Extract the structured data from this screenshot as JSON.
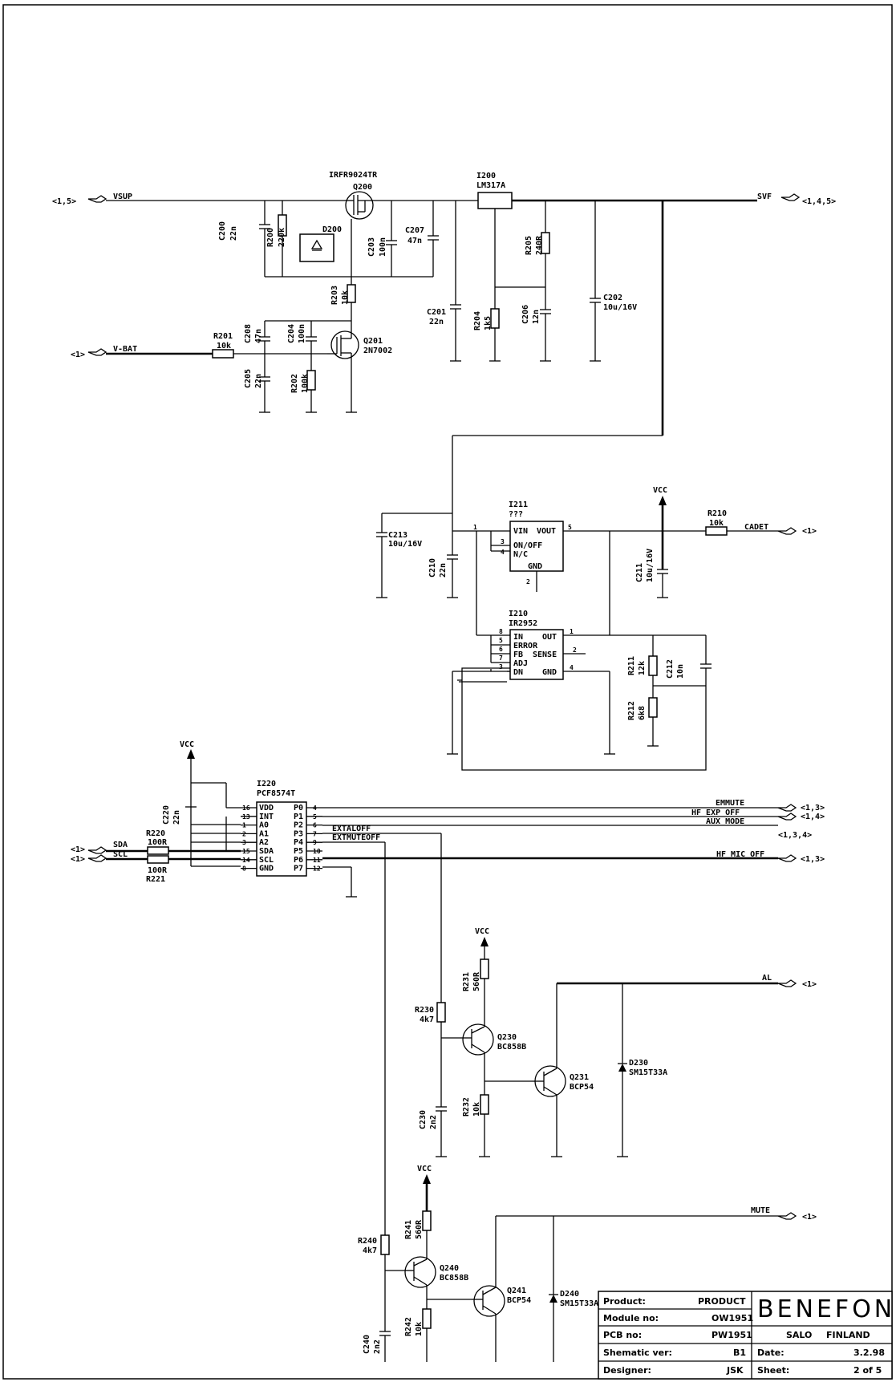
{
  "ports": {
    "vsup": {
      "name": "VSUP",
      "ref": "<1,5>"
    },
    "vbat": {
      "name": "V-BAT",
      "ref": "<1>"
    },
    "svf": {
      "name": "SVF",
      "ref": "<1,4,5>"
    },
    "cadet": {
      "name": "CADET",
      "ref": "<1>"
    },
    "sda": {
      "name": "SDA",
      "ref": "<1>"
    },
    "scl": {
      "name": "SCL",
      "ref": "<1>"
    },
    "emmute": {
      "name": "EMMUTE",
      "ref": "<1,3>"
    },
    "hf_ext": {
      "name": "HF EXP OFF",
      "ref": "<1,4>"
    },
    "aux": {
      "name": "AUX MODE",
      "ref": "<1,3,4>"
    },
    "hfmic": {
      "name": "HF MIC OFF",
      "ref": "<1,3>"
    },
    "al": {
      "name": "AL",
      "ref": "<1>"
    },
    "mute": {
      "name": "MUTE",
      "ref": "<1>"
    },
    "extaloff": "EXTALOFF",
    "extmuteoff": "EXTMUTEOFF"
  },
  "vcc": "VCC",
  "components": {
    "q200": {
      "ref": "Q200",
      "value": "IRFR9024TR"
    },
    "i200": {
      "ref": "I200",
      "value": "LM317A"
    },
    "d200": "D200",
    "c200": {
      "ref": "C200",
      "value": "22n"
    },
    "r200": {
      "ref": "R200",
      "value": "220k"
    },
    "c203": {
      "ref": "C203",
      "value": "100n"
    },
    "c207": {
      "ref": "C207",
      "value": "47n"
    },
    "r203": {
      "ref": "R203",
      "value": "10k"
    },
    "c201": {
      "ref": "C201",
      "value": "22n"
    },
    "r204": {
      "ref": "R204",
      "value": "1k5"
    },
    "c206": {
      "ref": "C206",
      "value": "12n"
    },
    "r205": {
      "ref": "R205",
      "value": "240R"
    },
    "c202": {
      "ref": "C202",
      "value": "10u/16V"
    },
    "r201": {
      "ref": "R201",
      "value": "10k"
    },
    "c208": {
      "ref": "C208",
      "value": "47n"
    },
    "c204": {
      "ref": "C204",
      "value": "100n"
    },
    "q201": {
      "ref": "Q201",
      "value": "2N7002"
    },
    "c205": {
      "ref": "C205",
      "value": "22n"
    },
    "r202": {
      "ref": "R202",
      "value": "100k"
    },
    "i211": {
      "ref": "I211",
      "value": "???"
    },
    "c213": {
      "ref": "C213",
      "value": "10u/16V"
    },
    "c210": {
      "ref": "C210",
      "value": "22n"
    },
    "c211": {
      "ref": "C211",
      "value": "10u/16V"
    },
    "r210": {
      "ref": "R210",
      "value": "10k"
    },
    "i210": {
      "ref": "I210",
      "value": "IR2952"
    },
    "r211": {
      "ref": "R211",
      "value": "12k"
    },
    "c212": {
      "ref": "C212",
      "value": "10n"
    },
    "r212": {
      "ref": "R212",
      "value": "6k8"
    },
    "i220": {
      "ref": "I220",
      "value": "PCF8574T"
    },
    "c220": {
      "ref": "C220",
      "value": "22n"
    },
    "r220": {
      "ref": "R220",
      "value": "100R"
    },
    "r221": {
      "ref": "R221",
      "value": "100R"
    },
    "r230": {
      "ref": "R230",
      "value": "4k7"
    },
    "r231": {
      "ref": "R231",
      "value": "560R"
    },
    "q230": {
      "ref": "Q230",
      "value": "BC858B"
    },
    "q231": {
      "ref": "Q231",
      "value": "BCP54"
    },
    "d230": {
      "ref": "D230",
      "value": "SM15T33A"
    },
    "c230": {
      "ref": "C230",
      "value": "2n2"
    },
    "r232": {
      "ref": "R232",
      "value": "10k"
    },
    "r240": {
      "ref": "R240",
      "value": "4k7"
    },
    "r241": {
      "ref": "R241",
      "value": "560R"
    },
    "q240": {
      "ref": "Q240",
      "value": "BC858B"
    },
    "q241": {
      "ref": "Q241",
      "value": "BCP54"
    },
    "d240": {
      "ref": "D240",
      "value": "SM15T33A"
    },
    "c240": {
      "ref": "C240",
      "value": "2n2"
    },
    "r242": {
      "ref": "R242",
      "value": "10k"
    }
  },
  "ic_pins": {
    "i211": {
      "vin": "VIN",
      "vout": "VOUT",
      "onoff": "ON/OFF",
      "nc": "N/C",
      "gnd": "GND",
      "p1": "1",
      "p3": "3",
      "p4": "4",
      "p5": "5",
      "p2": "2"
    },
    "i210": {
      "in": "IN",
      "out": "OUT",
      "error": "ERROR",
      "fb": "FB",
      "sense": "SENSE",
      "adj": "ADJ",
      "dn": "DN",
      "gnd": "GND",
      "n1": "1",
      "n2": "2",
      "n4": "4",
      "n5": "5",
      "n6": "6",
      "n7": "7",
      "n8": "8",
      "n3": "3"
    },
    "i220": {
      "left": [
        [
          "16",
          "VDD"
        ],
        [
          "13",
          "INT"
        ],
        [
          "1",
          "A0"
        ],
        [
          "2",
          "A1"
        ],
        [
          "3",
          "A2"
        ],
        [
          "15",
          "SDA"
        ],
        [
          "14",
          "SCL"
        ],
        [
          "8",
          "GND"
        ]
      ],
      "right": [
        [
          "P0",
          "4"
        ],
        [
          "P1",
          "5"
        ],
        [
          "P2",
          "6"
        ],
        [
          "P3",
          "7"
        ],
        [
          "P4",
          "9"
        ],
        [
          "P5",
          "10"
        ],
        [
          "P6",
          "11"
        ],
        [
          "P7",
          "12"
        ]
      ]
    }
  },
  "title_block": {
    "product_label": "Product:",
    "product": "PRODUCT",
    "module_label": "Module no:",
    "module": "OW1951",
    "pcb_label": "PCB no:",
    "pcb": "PW1951",
    "shem_label": "Shematic ver:",
    "shem": "B1",
    "designer_label": "Designer:",
    "designer": "JSK",
    "company": "BENEFON OY",
    "city": "SALO",
    "country": "FINLAND",
    "date_label": "Date:",
    "date": "3.2.98",
    "sheet_label": "Sheet:",
    "sheet": "2 of 5"
  }
}
